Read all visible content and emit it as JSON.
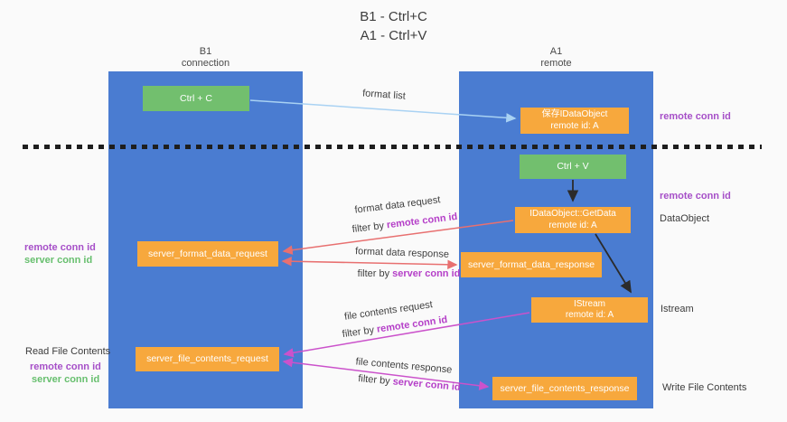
{
  "title": {
    "line1": "B1 - Ctrl+C",
    "line2": "A1 - Ctrl+V"
  },
  "lanes": {
    "left": {
      "name": "B1",
      "role": "connection"
    },
    "right": {
      "name": "A1",
      "role": "remote"
    }
  },
  "nodes": {
    "ctrl_c": {
      "label": "Ctrl + C"
    },
    "ctrl_v": {
      "label": "Ctrl + V"
    },
    "save_dataobject": {
      "line1": "保存IDataObject",
      "line2": "remote id: A"
    },
    "getdata": {
      "line1": "IDataObject::GetData",
      "line2": "remote id: A"
    },
    "istream": {
      "line1": "IStream",
      "line2": "remote id: A"
    },
    "format_request": {
      "label": "server_format_data_request"
    },
    "format_response": {
      "label": "server_format_data_response"
    },
    "file_request": {
      "label": "server_file_contents_request"
    },
    "file_response": {
      "label": "server_file_contents_response"
    }
  },
  "annotations": {
    "right": {
      "remote_conn_top": "remote conn id",
      "remote_conn_mid": "remote conn id",
      "dataobject": "DataObject",
      "istream": "Istream",
      "write_file_contents": "Write File Contents"
    },
    "left": {
      "remote_conn_1": "remote conn id",
      "server_conn_1": "server conn id",
      "read_file_contents": "Read File Contents",
      "remote_conn_2": "remote conn id",
      "server_conn_2": "server conn id"
    }
  },
  "flows": {
    "format_list": {
      "label": "format list"
    },
    "format_request": {
      "label": "format data request",
      "filter_prefix": "filter by ",
      "filter_key": "remote conn id"
    },
    "format_response": {
      "label": "format data response",
      "filter_prefix": "filter by ",
      "filter_key": "server conn id"
    },
    "file_request": {
      "label": "file contents request",
      "filter_prefix": "filter by ",
      "filter_key": "remote conn id"
    },
    "file_response": {
      "label": "file contents response",
      "filter_prefix": "filter by ",
      "filter_key": "server conn id"
    }
  },
  "colors": {
    "lane_blue": "#4a7cd1",
    "node_green": "#72bf6e",
    "node_orange": "#f7a83d",
    "arrow_red": "#e87070",
    "arrow_magenta": "#cb52cb",
    "arrow_light_blue": "#a9d2f3",
    "arrow_black": "#2b2b2b",
    "label_purple": "#a64fc8",
    "label_green": "#67bf6e",
    "filter_highlight": "#b53fc8"
  }
}
